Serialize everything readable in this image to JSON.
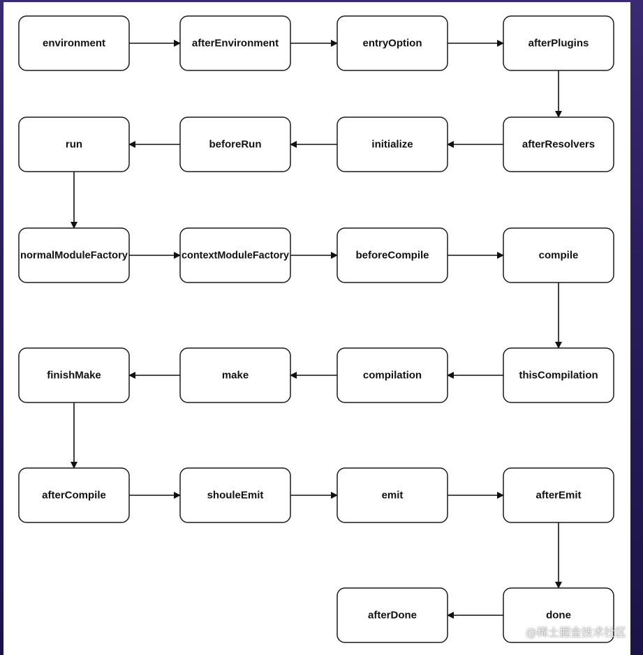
{
  "nodes": [
    {
      "id": "environment",
      "label": "environment"
    },
    {
      "id": "afterEnvironment",
      "label": "afterEnvironment"
    },
    {
      "id": "entryOption",
      "label": "entryOption"
    },
    {
      "id": "afterPlugins",
      "label": "afterPlugins"
    },
    {
      "id": "afterResolvers",
      "label": "afterResolvers"
    },
    {
      "id": "initialize",
      "label": "initialize"
    },
    {
      "id": "beforeRun",
      "label": "beforeRun"
    },
    {
      "id": "run",
      "label": "run"
    },
    {
      "id": "normalModuleFactory",
      "label": "normalModuleFactory"
    },
    {
      "id": "contextModuleFactory",
      "label": "contextModuleFactory"
    },
    {
      "id": "beforeCompile",
      "label": "beforeCompile"
    },
    {
      "id": "compile",
      "label": "compile"
    },
    {
      "id": "thisCompilation",
      "label": "thisCompilation"
    },
    {
      "id": "compilation",
      "label": "compilation"
    },
    {
      "id": "make",
      "label": "make"
    },
    {
      "id": "finishMake",
      "label": "finishMake"
    },
    {
      "id": "afterCompile",
      "label": "afterCompile"
    },
    {
      "id": "shouleEmit",
      "label": "shouleEmit"
    },
    {
      "id": "emit",
      "label": "emit"
    },
    {
      "id": "afterEmit",
      "label": "afterEmit"
    },
    {
      "id": "done",
      "label": "done"
    },
    {
      "id": "afterDone",
      "label": "afterDone"
    }
  ],
  "edges": [
    [
      "environment",
      "afterEnvironment"
    ],
    [
      "afterEnvironment",
      "entryOption"
    ],
    [
      "entryOption",
      "afterPlugins"
    ],
    [
      "afterPlugins",
      "afterResolvers"
    ],
    [
      "afterResolvers",
      "initialize"
    ],
    [
      "initialize",
      "beforeRun"
    ],
    [
      "beforeRun",
      "run"
    ],
    [
      "run",
      "normalModuleFactory"
    ],
    [
      "normalModuleFactory",
      "contextModuleFactory"
    ],
    [
      "contextModuleFactory",
      "beforeCompile"
    ],
    [
      "beforeCompile",
      "compile"
    ],
    [
      "compile",
      "thisCompilation"
    ],
    [
      "thisCompilation",
      "compilation"
    ],
    [
      "compilation",
      "make"
    ],
    [
      "make",
      "finishMake"
    ],
    [
      "finishMake",
      "afterCompile"
    ],
    [
      "afterCompile",
      "shouleEmit"
    ],
    [
      "shouleEmit",
      "emit"
    ],
    [
      "emit",
      "afterEmit"
    ],
    [
      "afterEmit",
      "done"
    ],
    [
      "done",
      "afterDone"
    ]
  ],
  "watermark": "@稀土掘金技术社区"
}
